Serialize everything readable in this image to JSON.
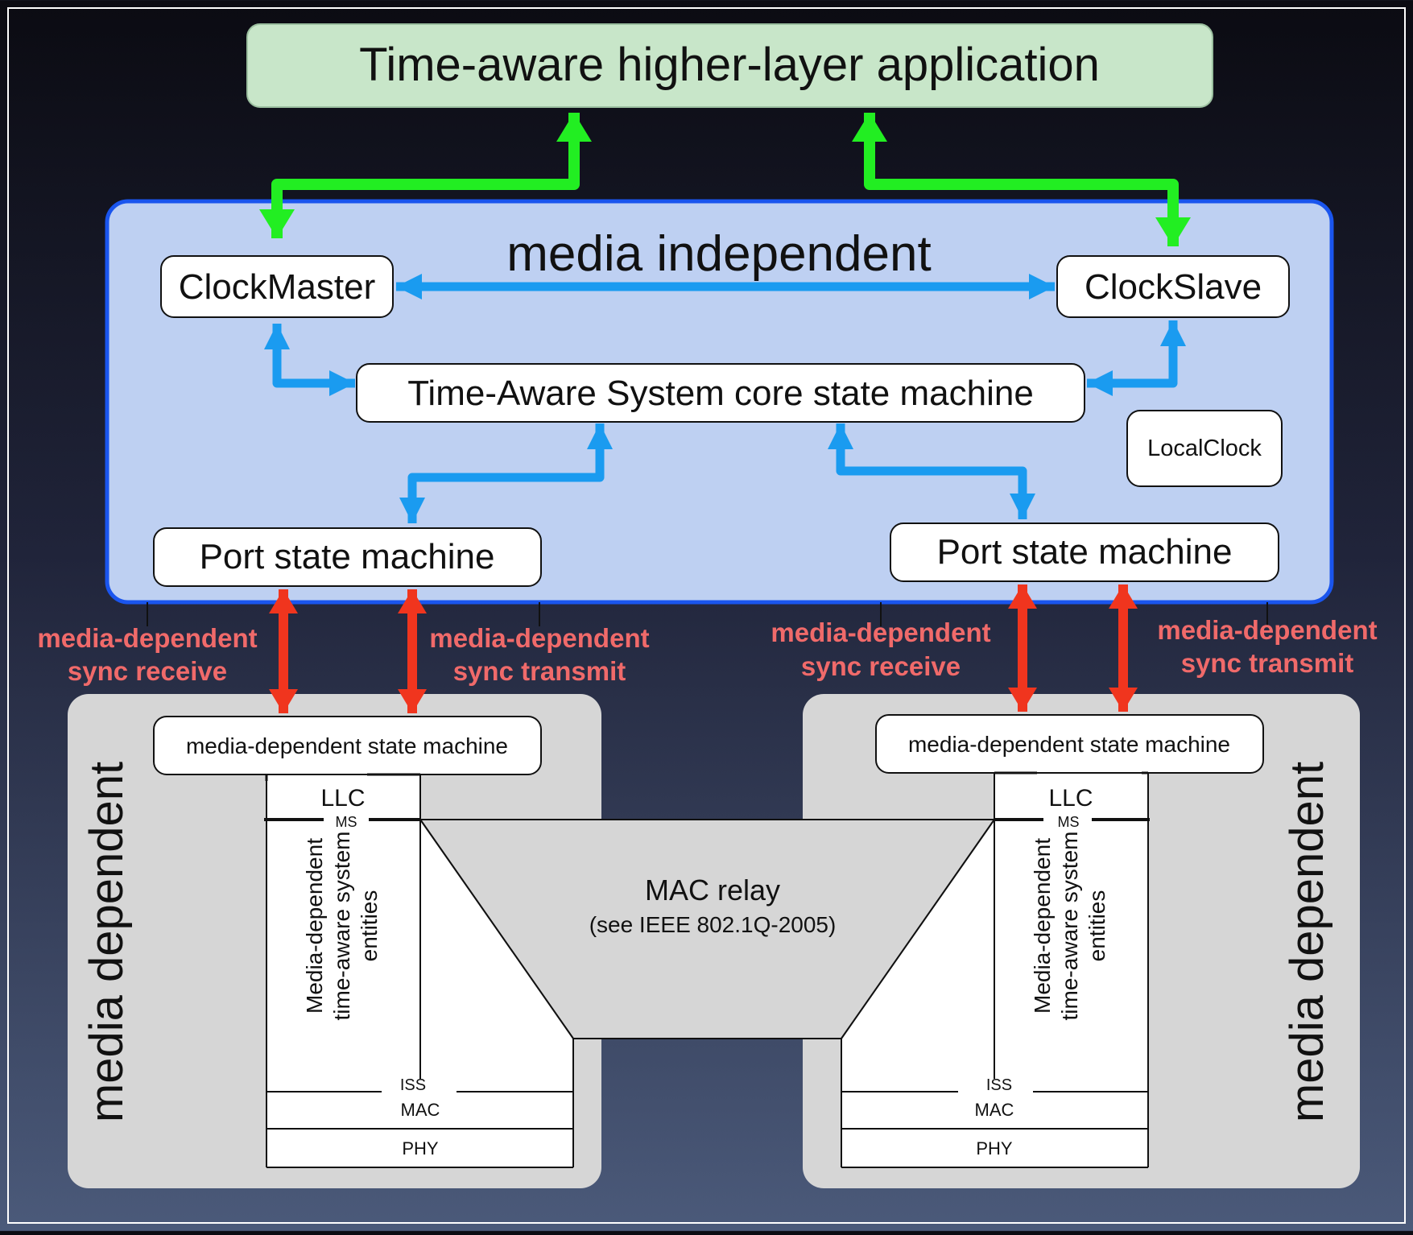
{
  "top_app": {
    "label": "Time-aware higher-layer application"
  },
  "media_independent": {
    "title": "media independent",
    "clock_master": "ClockMaster",
    "clock_slave": "ClockSlave",
    "core_state_machine": "Time-Aware System core state machine",
    "local_clock": "LocalClock",
    "port_state_machine_left": "Port state machine",
    "port_state_machine_right": "Port state machine"
  },
  "sync_labels": {
    "left_receive": [
      "media-dependent",
      "sync receive"
    ],
    "left_transmit": [
      "media-dependent",
      "sync transmit"
    ],
    "right_receive": [
      "media-dependent",
      "sync receive"
    ],
    "right_transmit": [
      "media-dependent",
      "sync transmit"
    ]
  },
  "media_dependent": {
    "side_label": "media dependent",
    "state_machine": "media-dependent state machine",
    "llc": "LLC",
    "ms": "MS",
    "entities": [
      "Media-dependent",
      "time-aware system",
      "entities"
    ],
    "iss": "ISS",
    "mac": "MAC",
    "phy": "PHY"
  },
  "mac_relay": {
    "title": "MAC relay",
    "subtitle": "(see IEEE 802.1Q-2005)"
  },
  "colors": {
    "green_arrow": "#22ee22",
    "blue_arrow": "#1a9bf0",
    "red_arrow": "#f0351e",
    "sync_label": "#f06a6a",
    "app_box": "#c8e6c9",
    "independent_panel": "#bed0f2",
    "independent_border": "#1a55ee",
    "dependent_panel": "#d6d6d6"
  }
}
